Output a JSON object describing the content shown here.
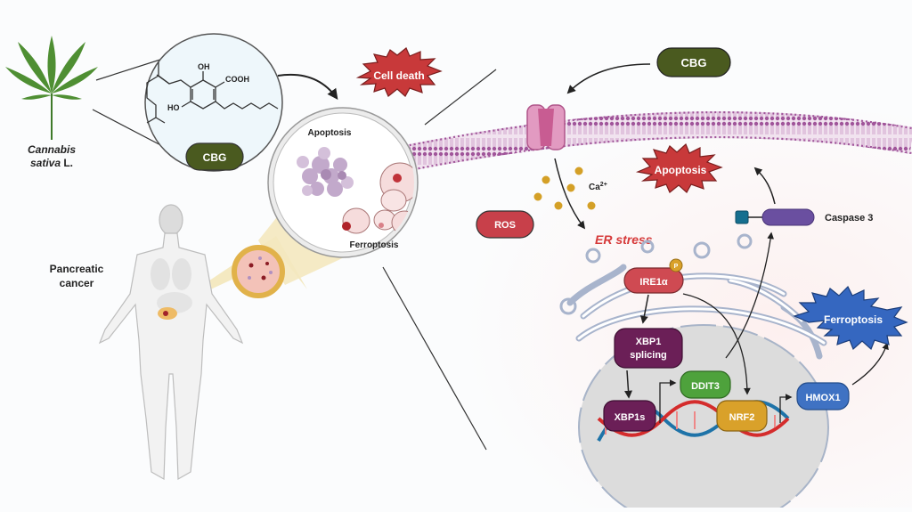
{
  "plant": {
    "name_italic": "Cannabis",
    "name_line2_italic": "sativa",
    "name_line2_suffix": " L."
  },
  "molecule": {
    "oh_top": "OH",
    "cooh": "COOH",
    "ho": "HO",
    "badge": "CBG"
  },
  "cell_death": {
    "burst_label": "Cell death"
  },
  "lens": {
    "apoptosis_label": "Apoptosis",
    "ferroptosis_label": "Ferroptosis"
  },
  "body": {
    "label_line1": "Pancreatic",
    "label_line2": "cancer"
  },
  "pathway": {
    "cbg_label": "CBG",
    "ca_label": "Ca",
    "ca_superscript": "2+",
    "ros_label": "ROS",
    "er_stress_label": "ER stress",
    "apoptosis_label": "Apoptosis",
    "caspase_label": "Caspase 3",
    "ire1a_label": "IRE1α",
    "phospho_label": "P",
    "xbp1_splicing_line1": "XBP1",
    "xbp1_splicing_line2": "splicing",
    "ddit3_label": "DDIT3",
    "xbp1s_label": "XBP1s",
    "nrf2_label": "NRF2",
    "hmox1_label": "HMOX1",
    "ferroptosis_label": "Ferroptosis"
  },
  "colors": {
    "cbg": "#4a5a1f",
    "burst_red": "#c8393a",
    "burst_blue": "#3567c0",
    "ros": "#c8404a",
    "ire1a": "#cf4a52",
    "xbp1": "#6b1f57",
    "ddit3": "#4ea23c",
    "nrf2": "#d9a12a",
    "hmox1": "#3f72c3",
    "caspase": "#6a4fa0",
    "calcium": "#d4a027",
    "er_stress_text": "#d63a3a"
  }
}
